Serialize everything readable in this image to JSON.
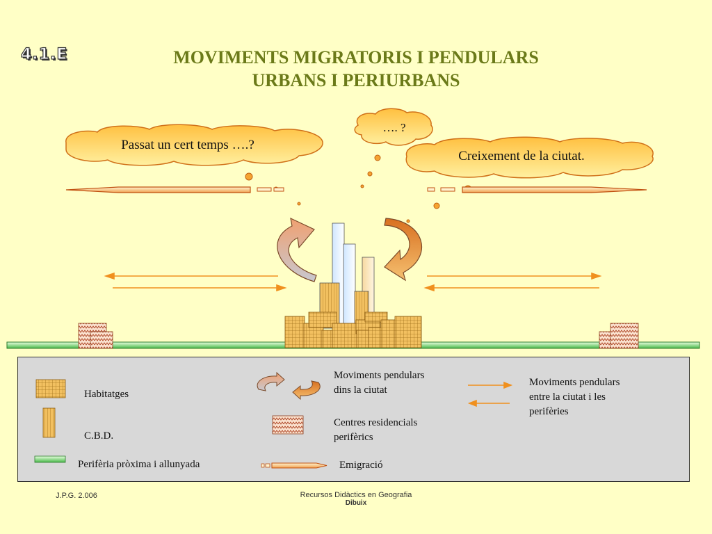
{
  "badge": "4.1.E",
  "title": {
    "line1": "MOVIMENTS MIGRATORIS I PENDULARS",
    "line2": "URBANS I PERIURBANS"
  },
  "clouds": {
    "left": "Passat un cert temps ….?",
    "center": "…. ?",
    "right": "Creixement de la ciutat."
  },
  "legend": {
    "housing": "Habitatges",
    "cbd": "C.B.D.",
    "periphery": "Perifèria pròxima i allunyada",
    "commute_city_1": "Moviments pendulars",
    "commute_city_2": "dins la ciutat",
    "residential_1": "Centres residencials",
    "residential_2": "perifèrics",
    "emigration": "Emigració",
    "commute_periph_1": "Moviments pendulars",
    "commute_periph_2": "entre la  ciutat i  les",
    "commute_periph_3": "perifèries"
  },
  "footer": {
    "left": "J.P.G. 2.006",
    "center_1": "Recursos Didàctics en Geografia",
    "center_2": "Dibuix"
  },
  "colors": {
    "background": "#ffffc6",
    "title": "#6b7a19",
    "orange": "#f0901e",
    "cloud": "#f5a431",
    "ground": "#5cc65c",
    "legend_bg": "#d8d8d8"
  }
}
